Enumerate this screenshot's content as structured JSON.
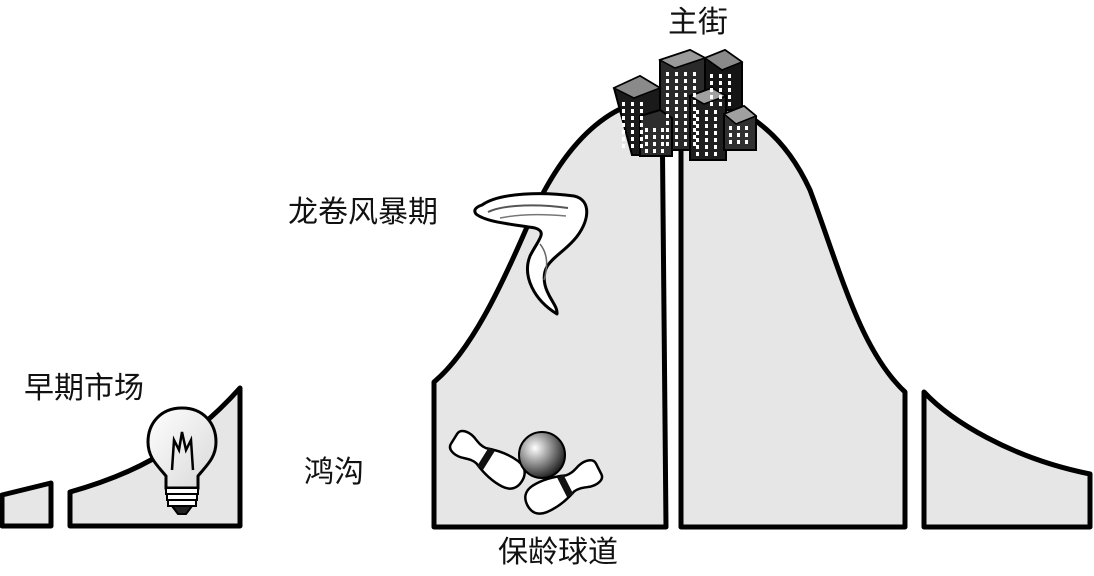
{
  "colors": {
    "fill": "#e6e6e6",
    "stroke": "#000000",
    "background": "#ffffff"
  },
  "labels": {
    "early_market": "早期市场",
    "chasm": "鸿沟",
    "bowling_alley": "保龄球道",
    "tornado": "龙卷风暴期",
    "main_street": "主街"
  },
  "icons": {
    "early_market": "light-bulb-icon",
    "bowling_alley": "bowling-ball-and-pins-icon",
    "tornado": "tornado-icon",
    "main_street": "city-buildings-icon"
  }
}
